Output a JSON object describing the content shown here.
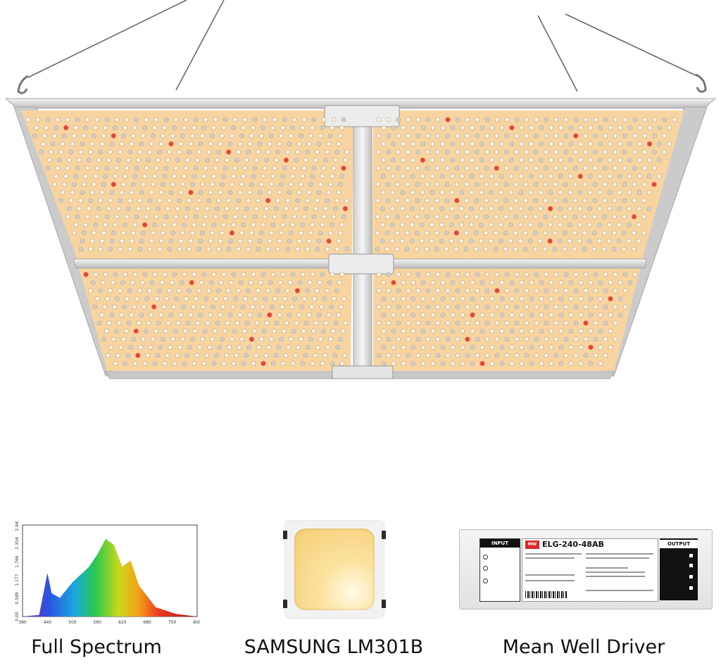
{
  "product": {
    "name": "LED grow light panel",
    "panel_color": "#f7d4a0",
    "frame_color": "#d3d3d3"
  },
  "features": [
    {
      "id": "spectrum",
      "caption": "Full Spectrum",
      "icon": "spectrum-chart-icon",
      "chart_data": {
        "type": "area",
        "x_ticks": [
          "380",
          "440",
          "500",
          "560",
          "620",
          "680",
          "750",
          "800"
        ],
        "y_ticks": [
          "0.00",
          "0.589",
          "1.177",
          "1.766",
          "2.354",
          "2.943"
        ],
        "x": [
          380,
          420,
          440,
          450,
          470,
          500,
          540,
          560,
          580,
          600,
          620,
          640,
          660,
          700,
          750,
          800
        ],
        "y": [
          0.0,
          0.05,
          1.4,
          0.75,
          0.6,
          1.1,
          1.6,
          2.0,
          2.5,
          2.3,
          1.6,
          1.8,
          1.0,
          0.3,
          0.08,
          0.0
        ],
        "fill": "rainbow"
      }
    },
    {
      "id": "chip",
      "caption": "SAMSUNG LM301B",
      "icon": "led-chip-icon"
    },
    {
      "id": "driver",
      "caption": "Mean Well Driver",
      "icon": "driver-box-icon",
      "label": {
        "input": "INPUT",
        "output": "OUTPUT",
        "brand": "MW",
        "model": "ELG-240-48AB"
      }
    }
  ]
}
